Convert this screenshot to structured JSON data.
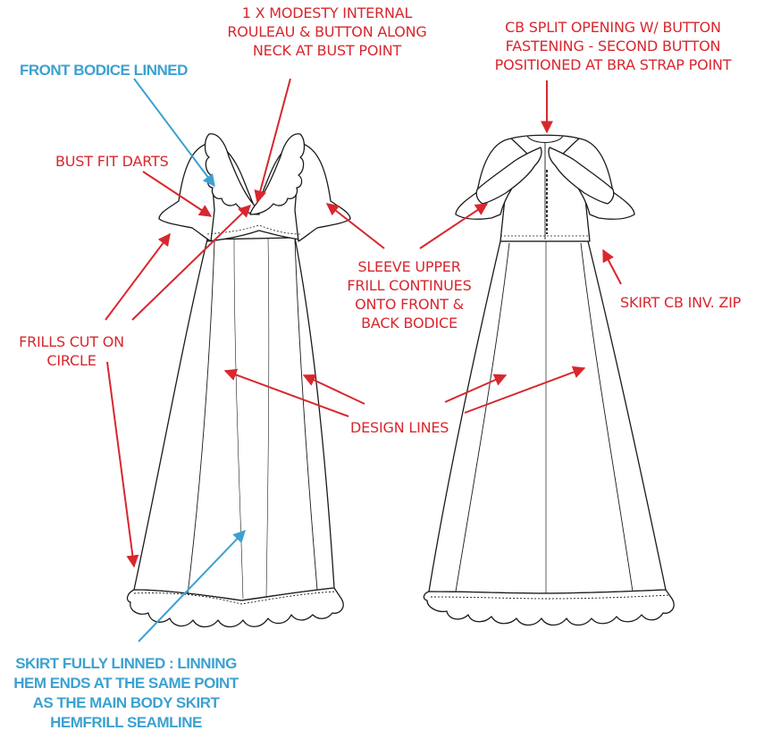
{
  "colors": {
    "red": "#d8272e",
    "blue": "#3ca1d1",
    "line": "#1a1a1a",
    "fill": "#ffffff"
  },
  "labels": {
    "front_bodice": [
      "FRONT BODICE LINNED"
    ],
    "modesty": [
      "1 X MODESTY INTERNAL",
      "ROULEAU & BUTTON ALONG",
      "NECK AT BUST POINT"
    ],
    "cb_split": [
      "CB SPLIT OPENING W/ BUTTON",
      "FASTENING - SECOND BUTTON",
      "POSITIONED AT BRA STRAP POINT"
    ],
    "bust_darts": [
      "BUST FIT DARTS"
    ],
    "sleeve_frill": [
      "SLEEVE UPPER",
      "FRILL CONTINUES",
      "ONTO FRONT &",
      "BACK BODICE"
    ],
    "skirt_zip": [
      "SKIRT CB INV. ZIP"
    ],
    "frills_circle": [
      "FRILLS CUT ON",
      "CIRCLE"
    ],
    "design_lines": [
      "DESIGN LINES"
    ],
    "skirt_lined": [
      "SKIRT FULLY LINNED : LINNING",
      "HEM ENDS AT THE SAME POINT",
      "AS THE MAIN BODY SKIRT",
      "HEMFRILL SEAMLINE"
    ]
  }
}
